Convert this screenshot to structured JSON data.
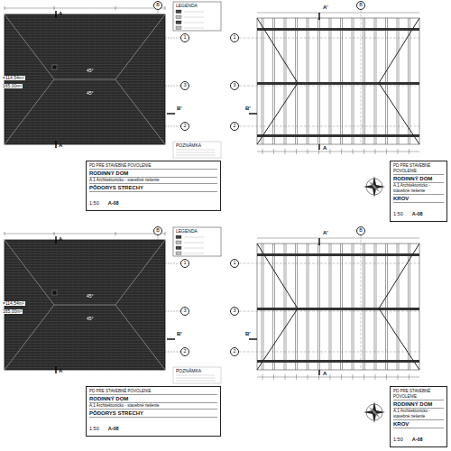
{
  "diagram": {
    "nodes": [
      {
        "text": [
          "B"
        ]
      },
      {
        "text": [
          "1"
        ]
      },
      {
        "text": [
          "3"
        ]
      },
      {
        "text": [
          "2"
        ]
      },
      {
        "text": [
          "PD PRE STAVEBNÉ POVOLENIE",
          "RODINNÝ DOM",
          "A.1 Architektonicko - stavebné riešenie",
          "PÔDORYS STRECHY",
          "1:50",
          "A-08"
        ]
      },
      {
        "text": [
          "B"
        ]
      },
      {
        "text": [
          "1"
        ]
      },
      {
        "text": [
          "3"
        ]
      },
      {
        "text": [
          "2"
        ]
      },
      {
        "text": [
          "PD PRE STAVEBNÉ POVOLENIE",
          "RODINNÝ DOM",
          "A.1 Architektonicko - stavebné riešenie",
          "KROV",
          "1:50",
          "A-08"
        ]
      },
      {
        "text": [
          "B"
        ]
      },
      {
        "text": [
          "1"
        ]
      },
      {
        "text": [
          "3"
        ]
      },
      {
        "text": [
          "2"
        ]
      },
      {
        "text": [
          "PD PRE STAVEBNÉ POVOLENIE",
          "RODINNÝ DOM",
          "A.1 Architektonicko - stavebné riešenie",
          "PÔDORYS STRECHY",
          "1:50",
          "A-08"
        ]
      },
      {
        "text": [
          "B"
        ]
      },
      {
        "text": [
          "1"
        ]
      },
      {
        "text": [
          "3"
        ]
      },
      {
        "text": [
          "2"
        ]
      },
      {
        "text": [
          "PD PRE STAVEBNÉ POVOLENIE",
          "RODINNÝ DOM",
          "A.1 Architektonicko - stavebné riešenie",
          "KROV",
          "1:50",
          "A-08"
        ]
      }
    ],
    "labels": [
      "LEGENDA",
      "=114,54m²",
      "165,00m²",
      "45°",
      "45°",
      "A",
      "A",
      "B'",
      "POZNÁMKA",
      "A'",
      "A",
      "B'",
      "LEGENDA",
      "=114,54m²",
      "165,00m²",
      "45°",
      "45°",
      "A",
      "A",
      "B'",
      "POZNÁMKA",
      "A'",
      "A",
      "B'"
    ]
  }
}
